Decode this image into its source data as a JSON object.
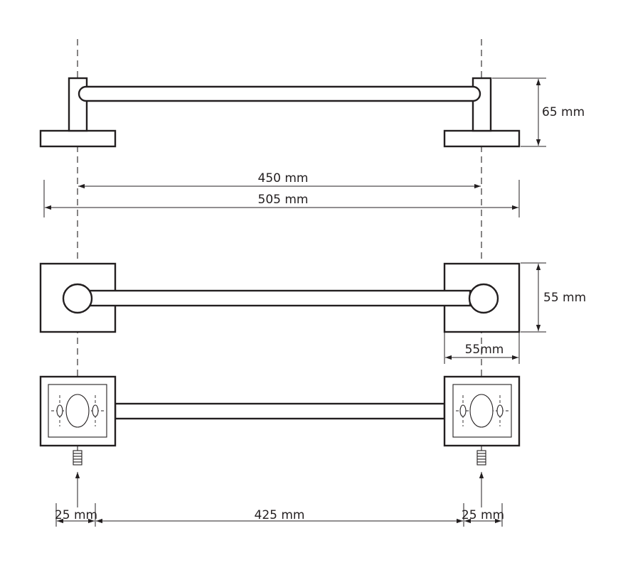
{
  "dimensions": {
    "height_side": "65 mm",
    "center_spacing": "450 mm",
    "overall_length": "505 mm",
    "base_height": "55 mm",
    "base_width": "55mm",
    "fixing_left": "25 mm",
    "fixing_between": "425 mm",
    "fixing_right": "25 mm"
  },
  "colors": {
    "line": "#231f20",
    "background": "#ffffff"
  }
}
